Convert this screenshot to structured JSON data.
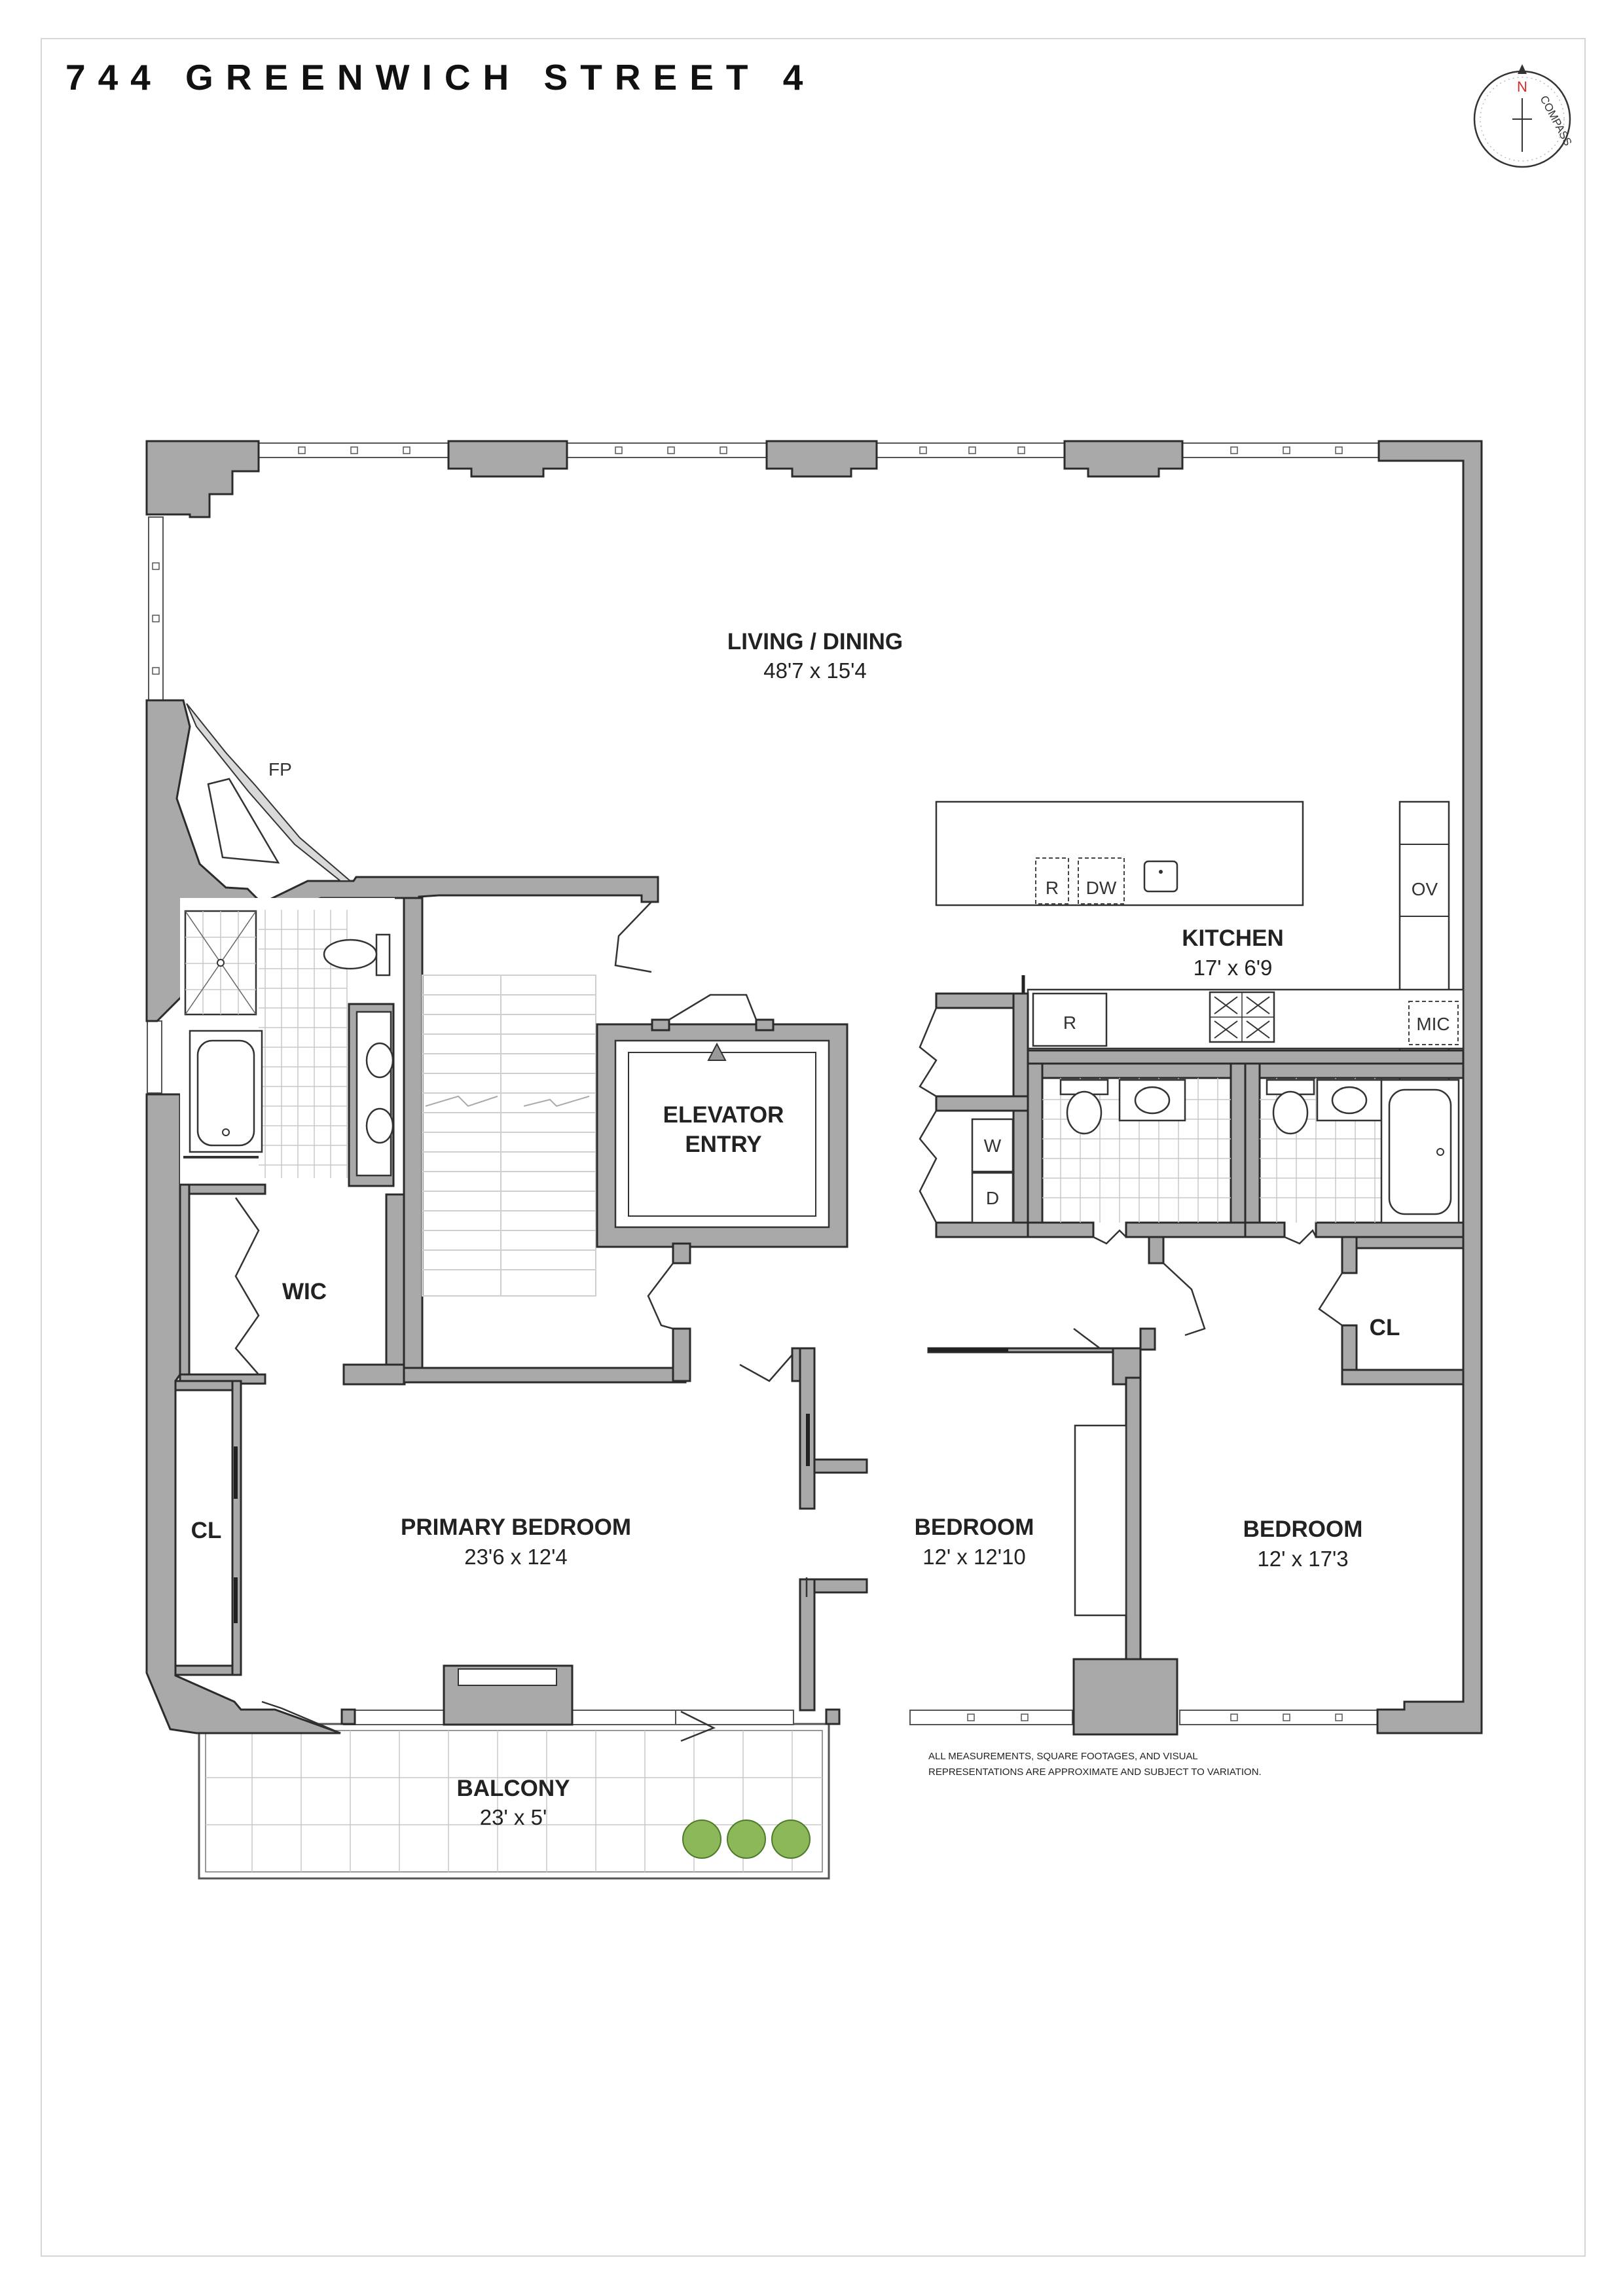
{
  "header": {
    "title": "744 GREENWICH STREET 4"
  },
  "compass": {
    "letter": "N",
    "text": "COMPASS"
  },
  "rooms": {
    "living_dining": {
      "name": "LIVING / DINING",
      "dims": "48'7 x 15'4"
    },
    "kitchen": {
      "name": "KITCHEN",
      "dims": "17' x 6'9"
    },
    "elevator_entry": {
      "line1": "ELEVATOR",
      "line2": "ENTRY"
    },
    "wic": {
      "name": "WIC"
    },
    "cl_left": {
      "name": "CL"
    },
    "cl_right": {
      "name": "CL"
    },
    "primary_bedroom": {
      "name": "PRIMARY BEDROOM",
      "dims": "23'6 x 12'4"
    },
    "bedroom_middle": {
      "name": "BEDROOM",
      "dims": "12' x 12'10"
    },
    "bedroom_right": {
      "name": "BEDROOM",
      "dims": "12' x 17'3"
    },
    "balcony": {
      "name": "BALCONY",
      "dims": "23' x 5'"
    }
  },
  "fixtures": {
    "fireplace": "FP",
    "refrigerator_island": "R",
    "dishwasher": "DW",
    "oven": "OV",
    "refrigerator": "R",
    "microwave": "MIC",
    "washer": "W",
    "dryer": "D"
  },
  "disclaimer": {
    "line1": "ALL MEASUREMENTS, SQUARE FOOTAGES, AND VISUAL",
    "line2": "REPRESENTATIONS ARE APPROXIMATE AND SUBJECT TO VARIATION."
  }
}
